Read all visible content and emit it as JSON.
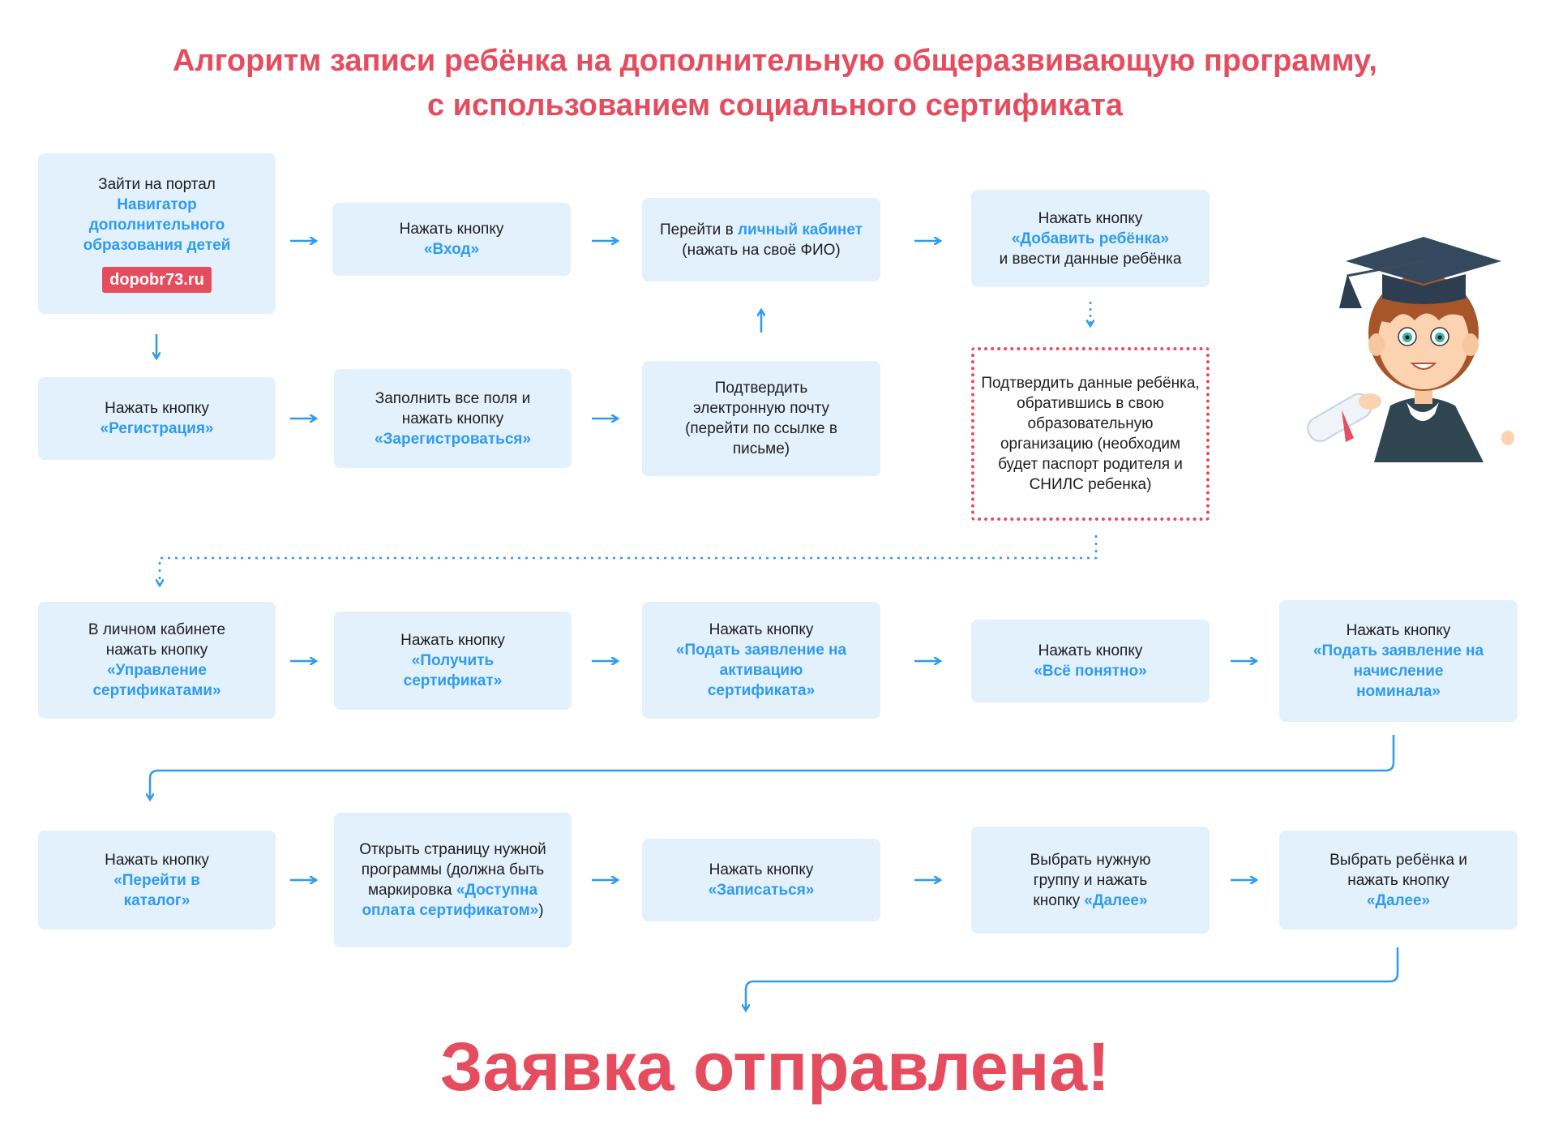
{
  "title": {
    "line1": "Алгоритм записи ребёнка на дополнительную общеразвивающую программу,",
    "line2": "с использованием социального сертификата"
  },
  "colors": {
    "accent": "#e54d5f",
    "highlight": "#2e9bef",
    "box_bg": "#e3f1fc"
  },
  "steps": {
    "s1": {
      "text": "Зайти на портал",
      "hl": "Навигатор дополнительного образования детей",
      "badge": "dopobr73.ru"
    },
    "s2": {
      "text": "Нажать кнопку",
      "hl": "«Вход»"
    },
    "s3": {
      "text_before": "Перейти в",
      "hl": "личный кабинет",
      "text_after": "(нажать на своё ФИО)"
    },
    "s4": {
      "text": "Нажать кнопку",
      "hl": "«Добавить ребёнка»",
      "text_after": "и ввести данные ребёнка"
    },
    "s5": {
      "text": "Нажать кнопку",
      "hl": "«Регистрация»"
    },
    "s6": {
      "text": "Заполнить все поля и нажать кнопку",
      "hl": "«Зарегистроваться»"
    },
    "s7": {
      "text": "Подтвердить электронную почту (перейти по ссылке в письме)"
    },
    "s8": {
      "text": "Подтвердить данные ребёнка, обратившись в свою образовательную организацию (необходим будет паспорт родителя и СНИЛС ребенка)"
    },
    "s9": {
      "text": "В личном кабинете нажать кнопку",
      "hl": "«Управление сертификатами»"
    },
    "s10": {
      "text": "Нажать кнопку",
      "hl": "«Получить сертификат»"
    },
    "s11": {
      "text": "Нажать кнопку",
      "hl": "«Подать заявление на активацию сертификата»"
    },
    "s12": {
      "text": "Нажать кнопку",
      "hl": "«Всё понятно»"
    },
    "s13": {
      "text": "Нажать кнопку",
      "hl": "«Подать заявление на начисление номинала»"
    },
    "s14": {
      "text": "Нажать кнопку",
      "hl": "«Перейти в каталог»"
    },
    "s15": {
      "text": "Открыть страницу нужной программы (должна быть маркировка",
      "hl": "«Доступна оплата сертификатом»",
      "text_after": ")"
    },
    "s16": {
      "text": "Нажать кнопку",
      "hl": "«Записаться»"
    },
    "s17": {
      "text": "Выбрать нужную группу и нажать кнопку",
      "hl": "«Далее»"
    },
    "s18": {
      "text": "Выбрать ребёнка и нажать кнопку",
      "hl": "«Далее»"
    }
  },
  "final": "Заявка отправлена!"
}
